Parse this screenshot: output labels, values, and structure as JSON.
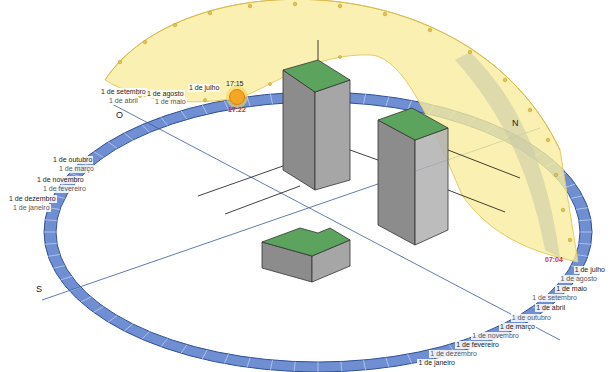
{
  "diagram": {
    "labels": [
      "17:15",
      "17:22",
      "1 de julho",
      "1 de agosto",
      "1 de maio",
      "1 de setembro",
      "1 de abril",
      "O",
      "1 de outubro",
      "1 de março",
      "1 de novembro",
      "1 de fevereiro",
      "1 de dezembro",
      "1 de janeiro",
      "N",
      "S",
      "07:04",
      "1 de julho",
      "1 de agosto",
      "1 de maio",
      "1 de setembro",
      "1 de abril",
      "1 de outubro",
      "1 de março",
      "1 de novembro",
      "1 de fevereiro",
      "1 de dezembro",
      "1 de janeiro"
    ]
  }
}
